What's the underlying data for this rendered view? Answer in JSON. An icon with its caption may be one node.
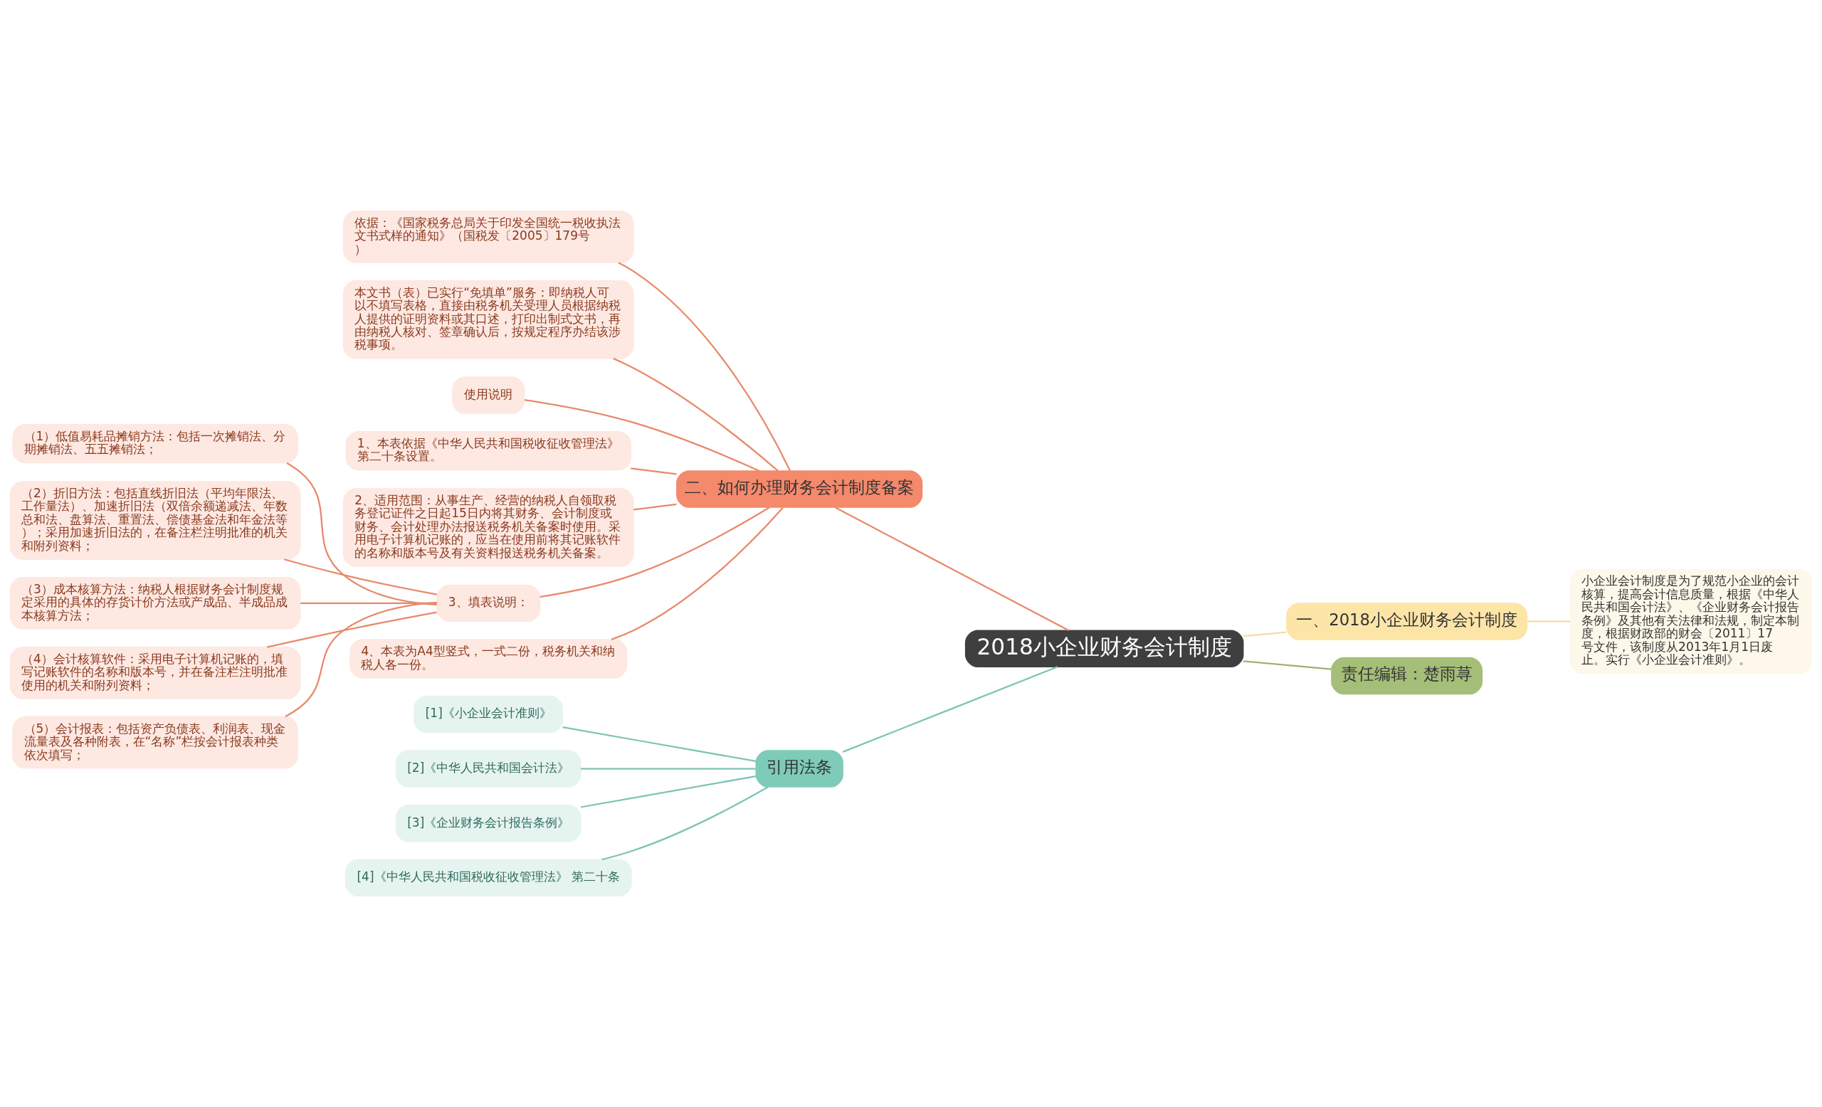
{
  "diagram": {
    "nodes": [
      {
        "text": [
          "2018小企业财务会计制度"
        ]
      },
      {
        "text": [
          "一、2018小企业财务会计制度"
        ]
      },
      {
        "text": [
          "小企业会计制度是为了规范小企业的会计核算，提高会计信息质量，根据《中华人民共和国会计法》、《企业财务会计报告条例》及其他有关法律和法规，制定本制度，根据财政部的财会〔2011〕17号文件，该制度从2013年1月1日废止。实行《小企业会计准则》。"
        ]
      },
      {
        "text": [
          "责任编辑：楚雨荨"
        ]
      },
      {
        "text": [
          "二、如何办理财务会计制度备案"
        ]
      },
      {
        "text": [
          "依据：《国家税务总局关于印发全国统一税收执法文书式样的通知》（国税发〔2005〕179号）"
        ]
      },
      {
        "text": [
          "本文书（表）已实行“免填单”服务：即纳税人可以不填写表格，直接由税务机关受理人员根据纳税人提供的证明资料或其口述，打印出制式文书，再由纳税人核对、签章确认后，按规定程序办结该涉税事项。"
        ]
      },
      {
        "text": [
          "使用说明"
        ]
      },
      {
        "text": [
          "1、本表依据《中华人民共和国税收征收管理法》第二十条设置。"
        ]
      },
      {
        "text": [
          "2、适用范围：从事生产、经营的纳税人自领取税务登记证件之日起15日内将其财务、会计制度或财务、会计处理办法报送税务机关备案时使用。采用电子计算机记账的，应当在使用前将其记账软件的名称和版本号及有关资料报送税务机关备案。"
        ]
      },
      {
        "text": [
          "3、填表说明："
        ]
      },
      {
        "text": [
          "（1）低值易耗品摊销方法：包括一次摊销法、分期摊销法、五五摊销法；"
        ]
      },
      {
        "text": [
          "（2）折旧方法：包括直线折旧法（平均年限法、工作量法）、加速折旧法（双倍余额递减法、年数总和法、盘算法、重置法、偿债基金法和年金法等）；采用加速折旧法的，在备注栏注明批准的机关和附列资料；"
        ]
      },
      {
        "text": [
          "（3）成本核算方法：纳税人根据财务会计制度规定采用的具体的存货计价方法或产成品、半成品成本核算方法；"
        ]
      },
      {
        "text": [
          "（4）会计核算软件：采用电子计算机记账的，填写记账软件的名称和版本号，并在备注栏注明批准使用的机关和附列资料；"
        ]
      },
      {
        "text": [
          "（5）会计报表：包括资产负债表、利润表、现金流量表及各种附表，在“名称”栏按会计报表种类依次填写；"
        ]
      },
      {
        "text": [
          "4、本表为A4型竖式，一式二份，税务机关和纳税人各一份。"
        ]
      },
      {
        "text": [
          "引用法条"
        ]
      },
      {
        "text": [
          "[1]《小企业会计准则》"
        ]
      },
      {
        "text": [
          "[2]《中华人民共和国会计法》"
        ]
      },
      {
        "text": [
          "[3]《企业财务会计报告条例》"
        ]
      },
      {
        "text": [
          "[4]《中华人民共和国税收征收管理法》 第二十条"
        ]
      }
    ],
    "edges": [
      {
        "from": 0,
        "to": 1,
        "arrow": "none",
        "color": "#f5dca0"
      },
      {
        "from": 1,
        "to": 2,
        "arrow": "none",
        "color": "#f5dca0"
      },
      {
        "from": 0,
        "to": 3,
        "arrow": "none",
        "color": "#9fb070"
      },
      {
        "from": 0,
        "to": 4,
        "arrow": "none"
      },
      {
        "from": 4,
        "to": 5,
        "arrow": "none"
      },
      {
        "from": 4,
        "to": 6,
        "arrow": "none"
      },
      {
        "from": 4,
        "to": 7,
        "arrow": "none"
      },
      {
        "from": 4,
        "to": 8,
        "arrow": "none"
      },
      {
        "from": 4,
        "to": 9,
        "arrow": "none"
      },
      {
        "from": 4,
        "to": 10,
        "arrow": "none"
      },
      {
        "from": 10,
        "to": 11,
        "arrow": "none"
      },
      {
        "from": 10,
        "to": 12,
        "arrow": "none"
      },
      {
        "from": 10,
        "to": 13,
        "arrow": "none"
      },
      {
        "from": 10,
        "to": 14,
        "arrow": "none"
      },
      {
        "from": 10,
        "to": 15,
        "arrow": "none"
      },
      {
        "from": 4,
        "to": 16,
        "arrow": "none"
      },
      {
        "from": 0,
        "to": 17,
        "arrow": "none",
        "color": "#7cc4b4"
      },
      {
        "from": 17,
        "to": 18,
        "arrow": "none",
        "color": "#7cc4b4"
      },
      {
        "from": 17,
        "to": 19,
        "arrow": "none",
        "color": "#7cc4b4"
      },
      {
        "from": 17,
        "to": 20,
        "arrow": "none",
        "color": "#7cc4b4"
      },
      {
        "from": 17,
        "to": 21,
        "arrow": "none",
        "color": "#7cc4b4"
      }
    ]
  }
}
